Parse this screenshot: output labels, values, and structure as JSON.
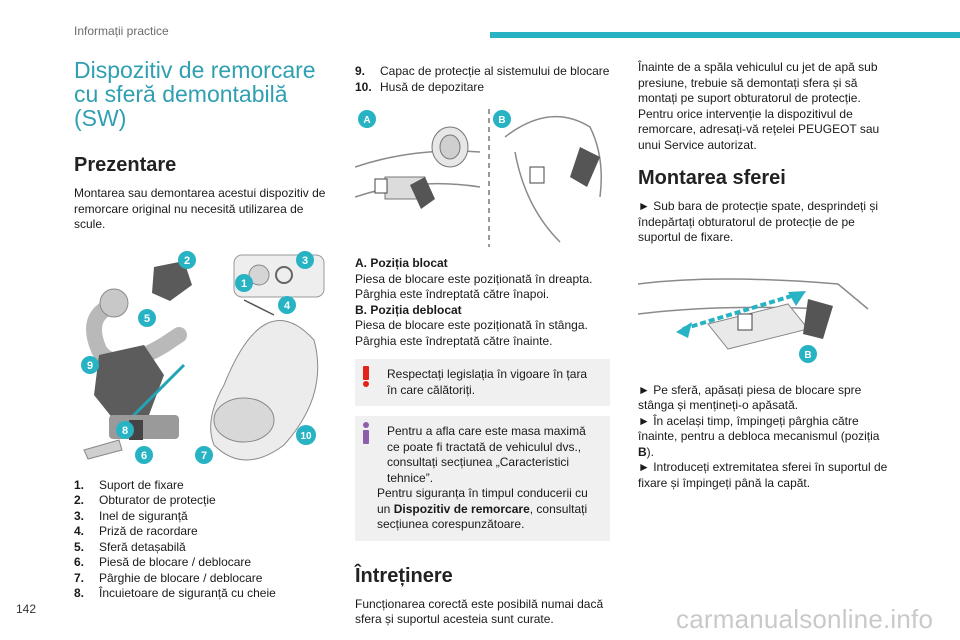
{
  "header": {
    "section": "Informații practice",
    "accent": "#27b3c4"
  },
  "page_number": "142",
  "watermark": "carmanualsonline.info",
  "col1": {
    "title": "Dispozitiv de remorcare cu sferă demontabilă (SW)",
    "heading": "Prezentare",
    "intro": "Montarea sau demontarea acestui dispozitiv de remorcare original nu necesită utilizarea de scule.",
    "callouts": [
      "1",
      "2",
      "3",
      "4",
      "5",
      "6",
      "7",
      "8",
      "9",
      "10"
    ],
    "items": [
      {
        "num": "1.",
        "text": "Suport de fixare"
      },
      {
        "num": "2.",
        "text": "Obturator de protecție"
      },
      {
        "num": "3.",
        "text": "Inel de siguranță"
      },
      {
        "num": "4.",
        "text": "Priză de racordare"
      },
      {
        "num": "5.",
        "text": "Sferă detașabilă"
      },
      {
        "num": "6.",
        "text": "Piesă de blocare / deblocare"
      },
      {
        "num": "7.",
        "text": "Pârghie de blocare / deblocare"
      },
      {
        "num": "8.",
        "text": "Încuietoare de siguranță cu cheie"
      }
    ]
  },
  "col2": {
    "items": [
      {
        "num": "9.",
        "text": "Capac de protecție al sistemului de blocare"
      },
      {
        "num": "10.",
        "text": "Husă de depozitare"
      }
    ],
    "fig_labels": {
      "a": "A",
      "b": "B"
    },
    "pos_a_title": "A. Poziția blocat",
    "pos_a_line1": "Piesa de blocare este poziționată în dreapta.",
    "pos_a_line2": "Pârghia este îndreptată către înapoi.",
    "pos_b_title": "B. Poziția deblocat",
    "pos_b_line1": "Piesa de blocare este poziționată în stânga.",
    "pos_b_line2": "Pârghia este îndreptată către înainte.",
    "warning": "Respectați legislația în vigoare în țara în care călătoriți.",
    "info_line1": "Pentru a afla care este masa maximă ce poate fi tractată de vehiculul dvs., consultați secțiunea „Caracteristici tehnice”.",
    "info_line2_pre": "Pentru siguranța în timpul conducerii cu un ",
    "info_line2_bold": "Dispozitiv de remorcare",
    "info_line2_post": ", consultați secțiunea corespunzătoare.",
    "heading2": "Întreținere",
    "maint": "Funcționarea corectă este posibilă numai dacă sfera și suportul acesteia sunt curate.",
    "warning_color": "#e2231a",
    "info_color": "#8e5fa8"
  },
  "col3": {
    "intro": "Înainte de a spăla vehiculul cu jet de apă sub presiune, trebuie să demontați sfera și să montați pe suport obturatorul de protecție. Pentru orice intervenție la dispozitivul de remorcare, adresați-vă rețelei PEUGEOT sau unui Service autorizat.",
    "heading": "Montarea sferei",
    "step1": "► Sub bara de protecție spate, desprindeți și îndepărtați obturatorul de protecție de pe suportul de fixare.",
    "fig_label": "B",
    "step2": "► Pe sferă, apăsați piesa de blocare spre stânga și mențineți-o apăsată.",
    "step3_pre": "► În același timp, împingeți pârghia către înainte, pentru a debloca mecanismul (poziția ",
    "step3_bold": "B",
    "step3_post": ").",
    "step4": "► Introduceți extremitatea sferei în suportul de fixare și împingeți până la capăt."
  }
}
